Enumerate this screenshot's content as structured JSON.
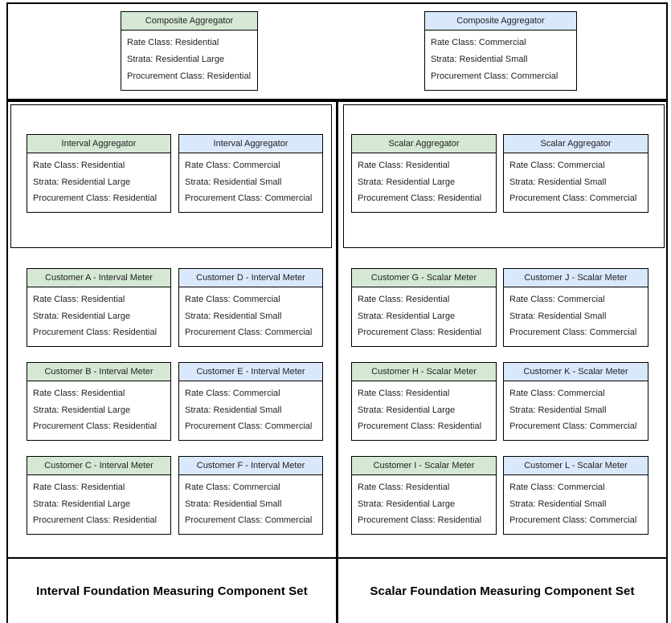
{
  "palette": {
    "green_fill": "#d5e8d4",
    "blue_fill": "#dae8fc",
    "border": "#000000"
  },
  "composite_row": {
    "cards": [
      {
        "title": "Composite Aggregator",
        "variant": "green",
        "rows": [
          "Rate Class: Residential",
          "Strata: Residential Large",
          "Procurement Class: Residential"
        ]
      },
      {
        "title": "Composite Aggregator",
        "variant": "blue",
        "rows": [
          "Rate Class: Commercial",
          "Strata: Residential Small",
          "Procurement Class: Commercial"
        ]
      }
    ]
  },
  "sections": [
    {
      "title": "Interval Foundation Measuring Component Set",
      "aggregators": [
        {
          "title": "Interval Aggregator",
          "variant": "green",
          "rows": [
            "Rate Class: Residential",
            "Strata: Residential Large",
            "Procurement Class: Residential"
          ]
        },
        {
          "title": "Interval Aggregator",
          "variant": "blue",
          "rows": [
            "Rate Class: Commercial",
            "Strata: Residential Small",
            "Procurement Class: Commercial"
          ]
        }
      ],
      "meter_rows": [
        [
          {
            "title": "Customer A - Interval Meter",
            "variant": "green",
            "rows": [
              "Rate Class: Residential",
              "Strata: Residential Large",
              "Procurement Class: Residential"
            ]
          },
          {
            "title": "Customer D - Interval Meter",
            "variant": "blue",
            "rows": [
              "Rate Class: Commercial",
              "Strata: Residential Small",
              "Procurement Class: Commercial"
            ]
          }
        ],
        [
          {
            "title": "Customer B - Interval Meter",
            "variant": "green",
            "rows": [
              "Rate Class: Residential",
              "Strata: Residential Large",
              "Procurement Class: Residential"
            ]
          },
          {
            "title": "Customer E - Interval Meter",
            "variant": "blue",
            "rows": [
              "Rate Class: Commercial",
              "Strata: Residential Small",
              "Procurement Class: Commercial"
            ]
          }
        ],
        [
          {
            "title": "Customer C - Interval Meter",
            "variant": "green",
            "rows": [
              "Rate Class: Residential",
              "Strata: Residential Large",
              "Procurement Class: Residential"
            ]
          },
          {
            "title": "Customer F - Interval Meter",
            "variant": "blue",
            "rows": [
              "Rate Class: Commercial",
              "Strata: Residential Small",
              "Procurement Class: Commercial"
            ]
          }
        ]
      ]
    },
    {
      "title": "Scalar Foundation Measuring Component Set",
      "aggregators": [
        {
          "title": "Scalar Aggregator",
          "variant": "green",
          "rows": [
            "Rate Class: Residential",
            "Strata: Residential Large",
            "Procurement Class: Residential"
          ]
        },
        {
          "title": "Scalar Aggregator",
          "variant": "blue",
          "rows": [
            "Rate Class: Commercial",
            "Strata: Residential Small",
            "Procurement Class: Commercial"
          ]
        }
      ],
      "meter_rows": [
        [
          {
            "title": "Customer G - Scalar Meter",
            "variant": "green",
            "rows": [
              "Rate Class: Residential",
              "Strata: Residential Large",
              "Procurement Class: Residential"
            ]
          },
          {
            "title": "Customer J - Scalar Meter",
            "variant": "blue",
            "rows": [
              "Rate Class: Commercial",
              "Strata: Residential Small",
              "Procurement Class: Commercial"
            ]
          }
        ],
        [
          {
            "title": "Customer H - Scalar Meter",
            "variant": "green",
            "rows": [
              "Rate Class: Residential",
              "Strata: Residential Large",
              "Procurement Class: Residential"
            ]
          },
          {
            "title": "Customer K - Scalar Meter",
            "variant": "blue",
            "rows": [
              "Rate Class: Commercial",
              "Strata: Residential Small",
              "Procurement Class: Commercial"
            ]
          }
        ],
        [
          {
            "title": "Customer I - Scalar Meter",
            "variant": "green",
            "rows": [
              "Rate Class: Residential",
              "Strata: Residential Large",
              "Procurement Class: Residential"
            ]
          },
          {
            "title": "Customer L - Scalar Meter",
            "variant": "blue",
            "rows": [
              "Rate Class: Commercial",
              "Strata: Residential Small",
              "Procurement Class: Commercial"
            ]
          }
        ]
      ]
    }
  ]
}
